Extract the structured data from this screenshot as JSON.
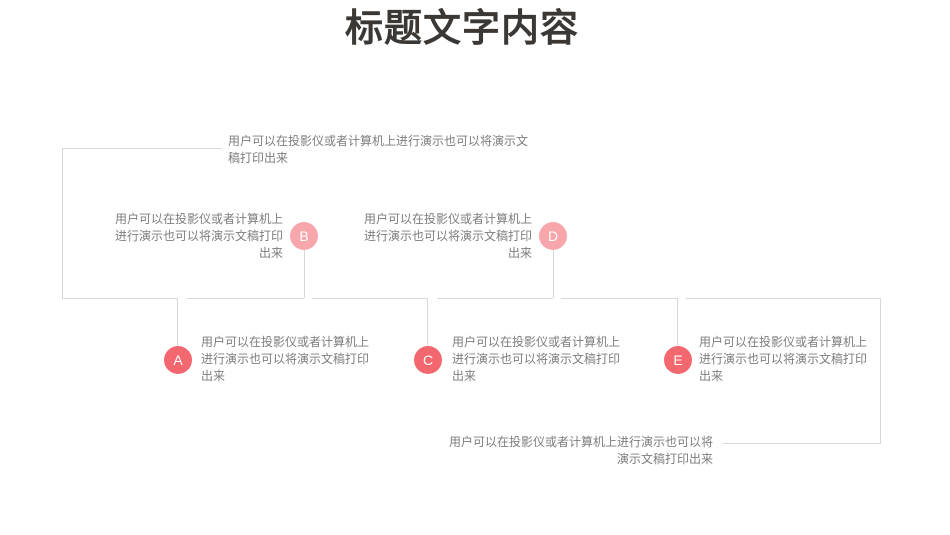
{
  "slide": {
    "title": "标题文字内容",
    "background_color": "#ffffff",
    "title_color": "#3b3735",
    "body_text_color": "#7d7d7d",
    "connector_color": "#d8d8d8"
  },
  "timeline": {
    "nodes": [
      {
        "label": "A",
        "color": "#f3676e",
        "row": "bottom",
        "lines": [
          "用户可以在投影仪或者计算机上",
          "进行演示也可以将演示文稿打印",
          "出来"
        ]
      },
      {
        "label": "B",
        "color": "#f7a6ab",
        "row": "top",
        "lines": [
          "用户可以在投影仪或者计算机上",
          "进行演示也可以将演示文稿打印",
          "出来"
        ]
      },
      {
        "label": "C",
        "color": "#f3676e",
        "row": "bottom",
        "lines": [
          "用户可以在投影仪或者计算机上",
          "进行演示也可以将演示文稿打印",
          "出来"
        ]
      },
      {
        "label": "D",
        "color": "#f7a6ab",
        "row": "top",
        "lines": [
          "用户可以在投影仪或者计算机上",
          "进行演示也可以将演示文稿打印",
          "出来"
        ]
      },
      {
        "label": "E",
        "color": "#f3676e",
        "row": "bottom",
        "lines": [
          "用户可以在投影仪或者计算机上",
          "进行演示也可以将演示文稿打印",
          "出来"
        ]
      }
    ],
    "corner_texts": {
      "top_left": {
        "lines": [
          "用户可以在投影仪或者计算机上进行演示也可以将演示文",
          "稿打印出来"
        ]
      },
      "bottom_right": {
        "lines": [
          "用户可以在投影仪或者计算机上进行演示也可以将",
          "演示文稿打印出来"
        ]
      }
    }
  }
}
